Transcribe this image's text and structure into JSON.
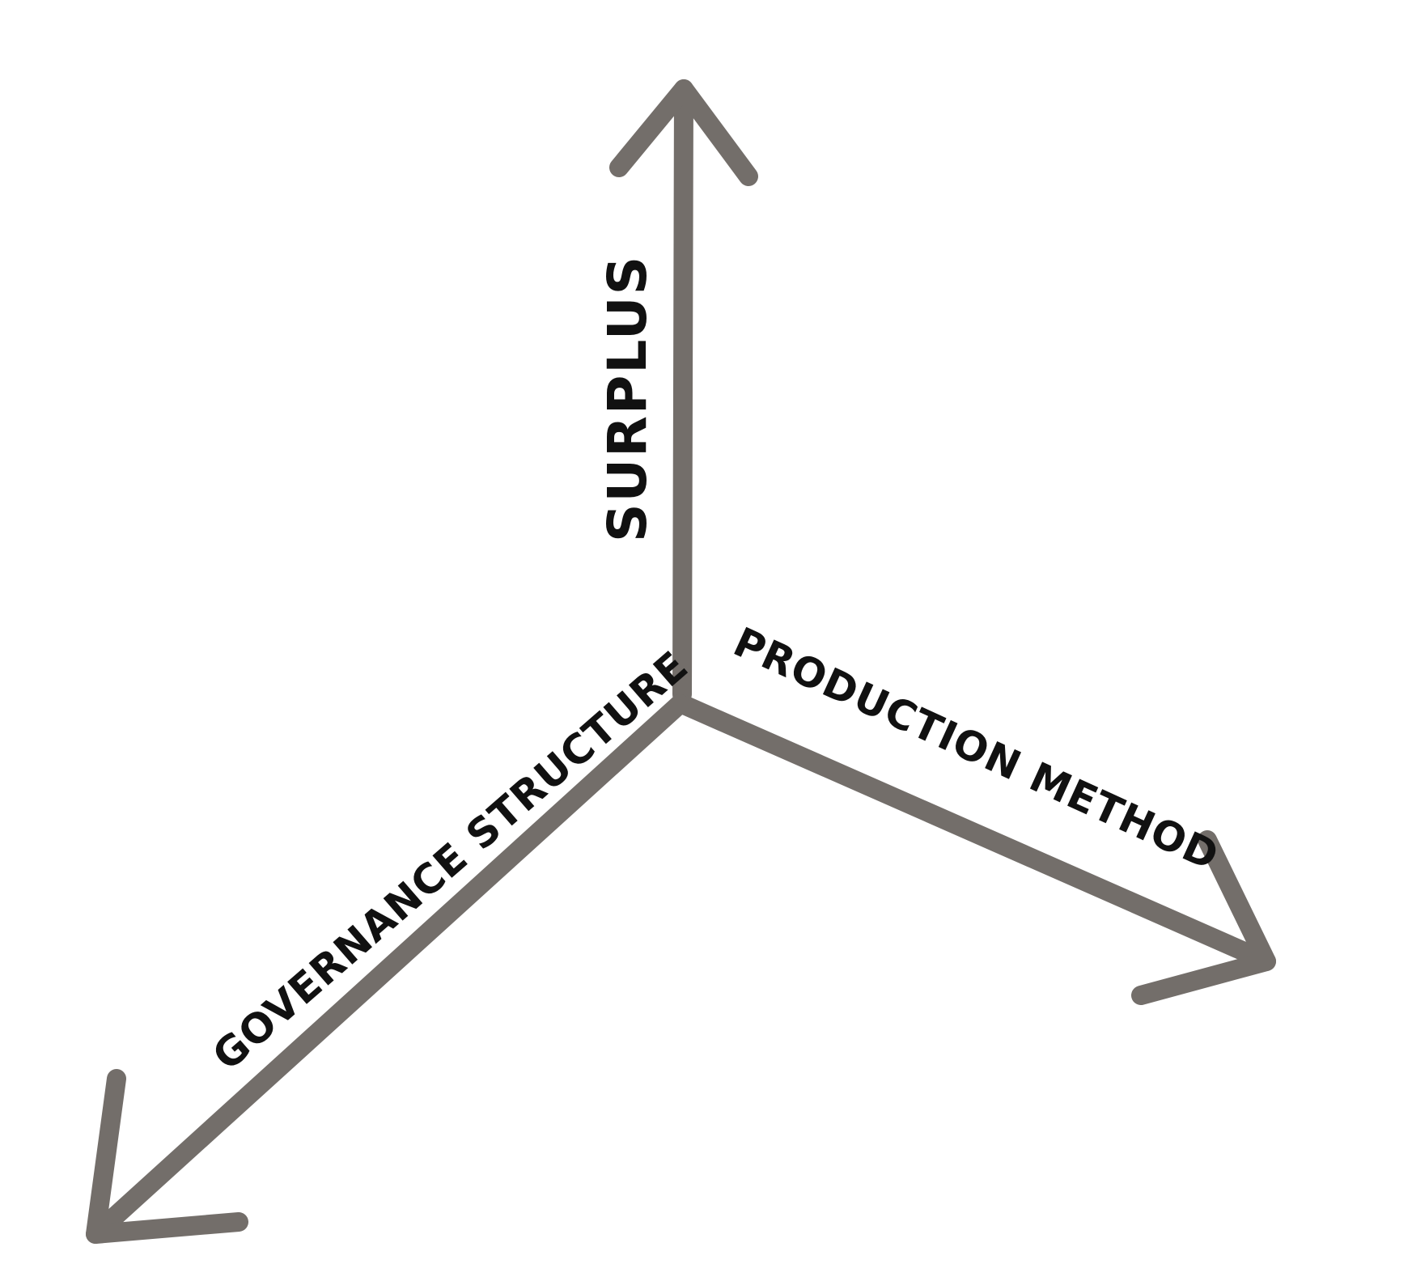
{
  "diagram": {
    "axes": [
      {
        "id": "vertical",
        "label": "SURPLUS"
      },
      {
        "id": "right",
        "label": "PRODUCTION METHOD"
      },
      {
        "id": "left",
        "label": "GOVERNANCE STRUCTURE"
      }
    ],
    "colors": {
      "axis": "#736e6a",
      "label": "#111111",
      "background": "#ffffff"
    }
  }
}
